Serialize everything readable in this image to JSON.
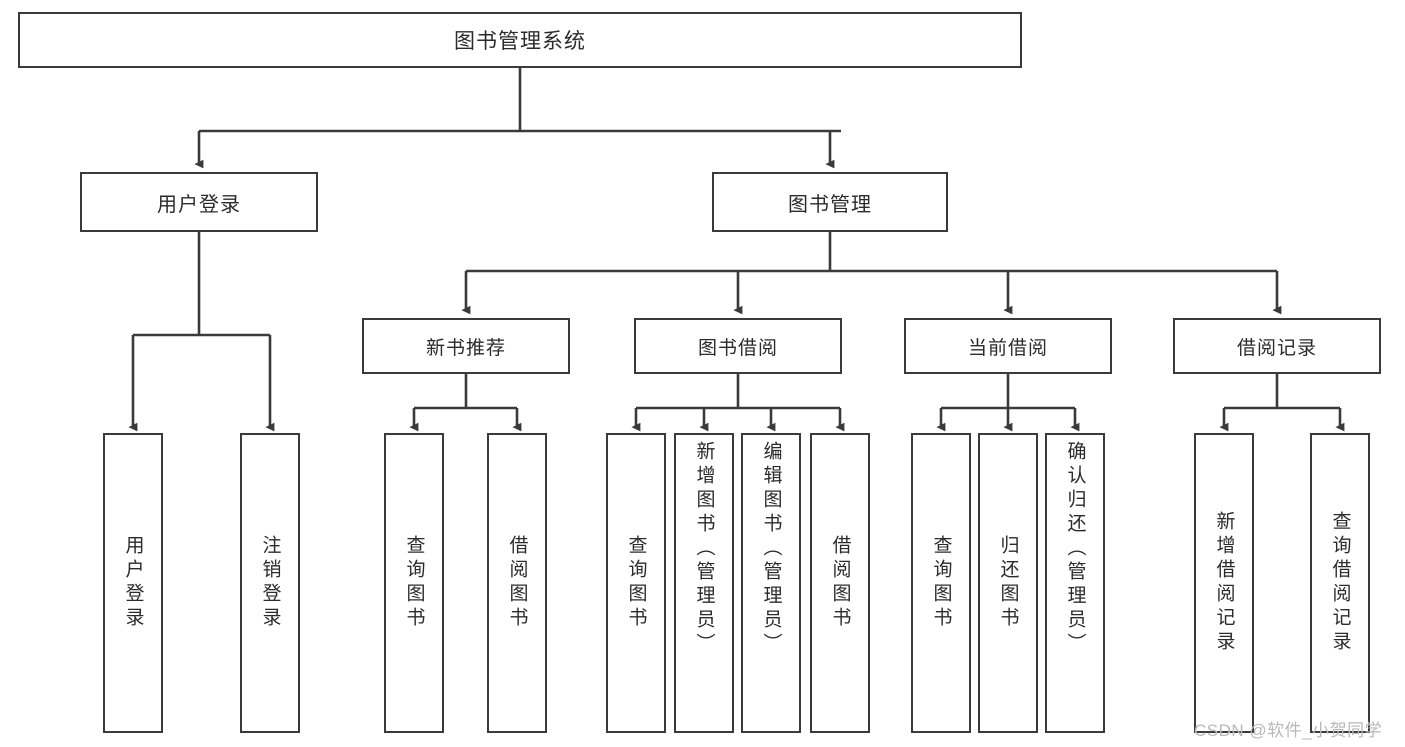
{
  "diagram": {
    "title": "图书管理系统",
    "type": "hierarchy-tree",
    "colors": {
      "border": "#3a3a3a",
      "text": "#2b2b2b",
      "background": "#ffffff",
      "watermark": "#b9b9b9"
    },
    "nodes": {
      "root": {
        "label": "图书管理系统"
      },
      "level2": [
        {
          "label": "用户登录"
        },
        {
          "label": "图书管理"
        }
      ],
      "level3": [
        {
          "label": "新书推荐"
        },
        {
          "label": "图书借阅"
        },
        {
          "label": "当前借阅"
        },
        {
          "label": "借阅记录"
        }
      ],
      "leaves": {
        "user_login": [
          {
            "label": "用户登录"
          },
          {
            "label": "注销登录"
          }
        ],
        "new_book_recommend": [
          {
            "label": "查询图书"
          },
          {
            "label": "借阅图书"
          }
        ],
        "book_borrow": [
          {
            "label": "查询图书"
          },
          {
            "label": "新增图书（管理员）"
          },
          {
            "label": "编辑图书（管理员）"
          },
          {
            "label": "借阅图书"
          }
        ],
        "current_borrow": [
          {
            "label": "查询图书"
          },
          {
            "label": "归还图书"
          },
          {
            "label": "确认归还（管理员）"
          }
        ],
        "borrow_record": [
          {
            "label": "新增借阅记录"
          },
          {
            "label": "查询借阅记录"
          }
        ]
      }
    },
    "watermark": "CSDN @软件_小贺同学"
  }
}
